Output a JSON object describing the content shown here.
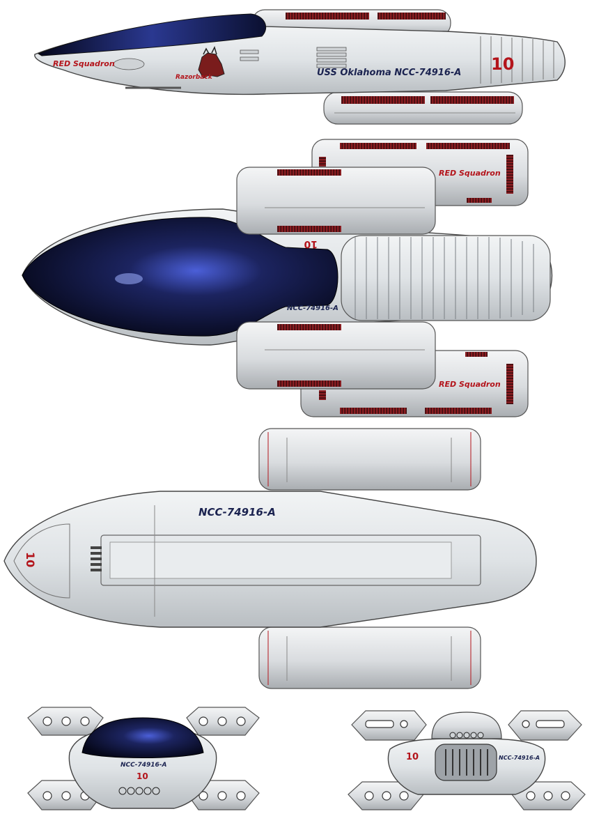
{
  "side_view": {
    "squadron": "RED Squadron",
    "mascot": "Razorback",
    "ship_name": "USS Oklahoma NCC-74916-A",
    "number": "10"
  },
  "top_view": {
    "squadron_upper": "RED Squadron",
    "squadron_lower": "RED Squadron",
    "number": "10",
    "registry": "NCC-74916-A"
  },
  "bottom_view": {
    "registry": "NCC-74916-A",
    "number": "10"
  },
  "front_view": {
    "registry": "NCC-74916-A",
    "number": "10"
  },
  "rear_view": {
    "number": "10",
    "registry": "NCC-74916-A"
  },
  "colors": {
    "hull": "#dfe3e6",
    "hull_shadow": "#b9bec2",
    "canopy": "#0e1330",
    "canopy_glow": "#4b5fd8",
    "accent_red": "#b3141b",
    "vent_red": "#8a1e22",
    "text_navy": "#1b2350"
  }
}
